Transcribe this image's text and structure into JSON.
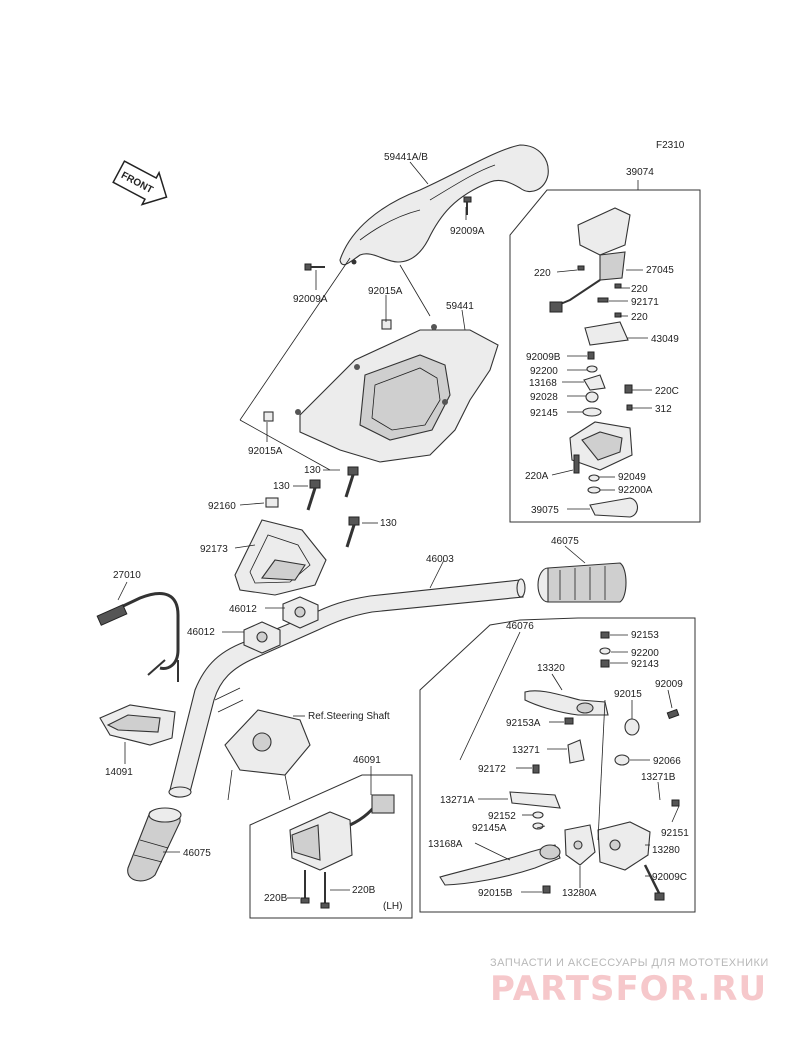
{
  "diagram_code": "F2310",
  "front_label": "FRONT",
  "labels": {
    "p59441ab": "59441A/B",
    "p92009a_top": "92009A",
    "p92009a_left": "92009A",
    "p92015a_top": "92015A",
    "p59441": "59441",
    "p92015a_bot": "92015A",
    "p130_a": "130",
    "p130_b": "130",
    "p130_c": "130",
    "p92160": "92160",
    "p92173": "92173",
    "p46012_a": "46012",
    "p46012_b": "46012",
    "p27010": "27010",
    "p46003": "46003",
    "p46075_top": "46075",
    "p46075_bot": "46075",
    "p14091": "14091",
    "ref_steering": "Ref.Steering Shaft",
    "p46091": "46091",
    "p220b_a": "220B",
    "p220b_b": "220B",
    "lh": "(LH)",
    "p39074": "39074",
    "p220_a": "220",
    "p27045": "27045",
    "p220_b": "220",
    "p92171": "92171",
    "p220_c": "220",
    "p43049": "43049",
    "p92009b": "92009B",
    "p92200": "92200",
    "p13168": "13168",
    "p92028": "92028",
    "p220c": "220C",
    "p312": "312",
    "p92145": "92145",
    "p220a": "220A",
    "p92049": "92049",
    "p92200a": "92200A",
    "p39075": "39075",
    "p46076": "46076",
    "p92153": "92153",
    "p92200_b": "92200",
    "p92143": "92143",
    "p13320": "13320",
    "p92015": "92015",
    "p92009": "92009",
    "p92153a": "92153A",
    "p13271": "13271",
    "p92066": "92066",
    "p92172": "92172",
    "p13271b": "13271B",
    "p13271a": "13271A",
    "p92152": "92152",
    "p92151": "92151",
    "p92145a": "92145A",
    "p13168a": "13168A",
    "p13280": "13280",
    "p92015b": "92015B",
    "p13280a": "13280A",
    "p92009c": "92009C"
  },
  "watermark": {
    "caption": "ЗАПЧАСТИ И АКСЕССУАРЫ ДЛЯ МОТОТЕХНИКИ",
    "brand": "PARTSFOR.RU"
  }
}
